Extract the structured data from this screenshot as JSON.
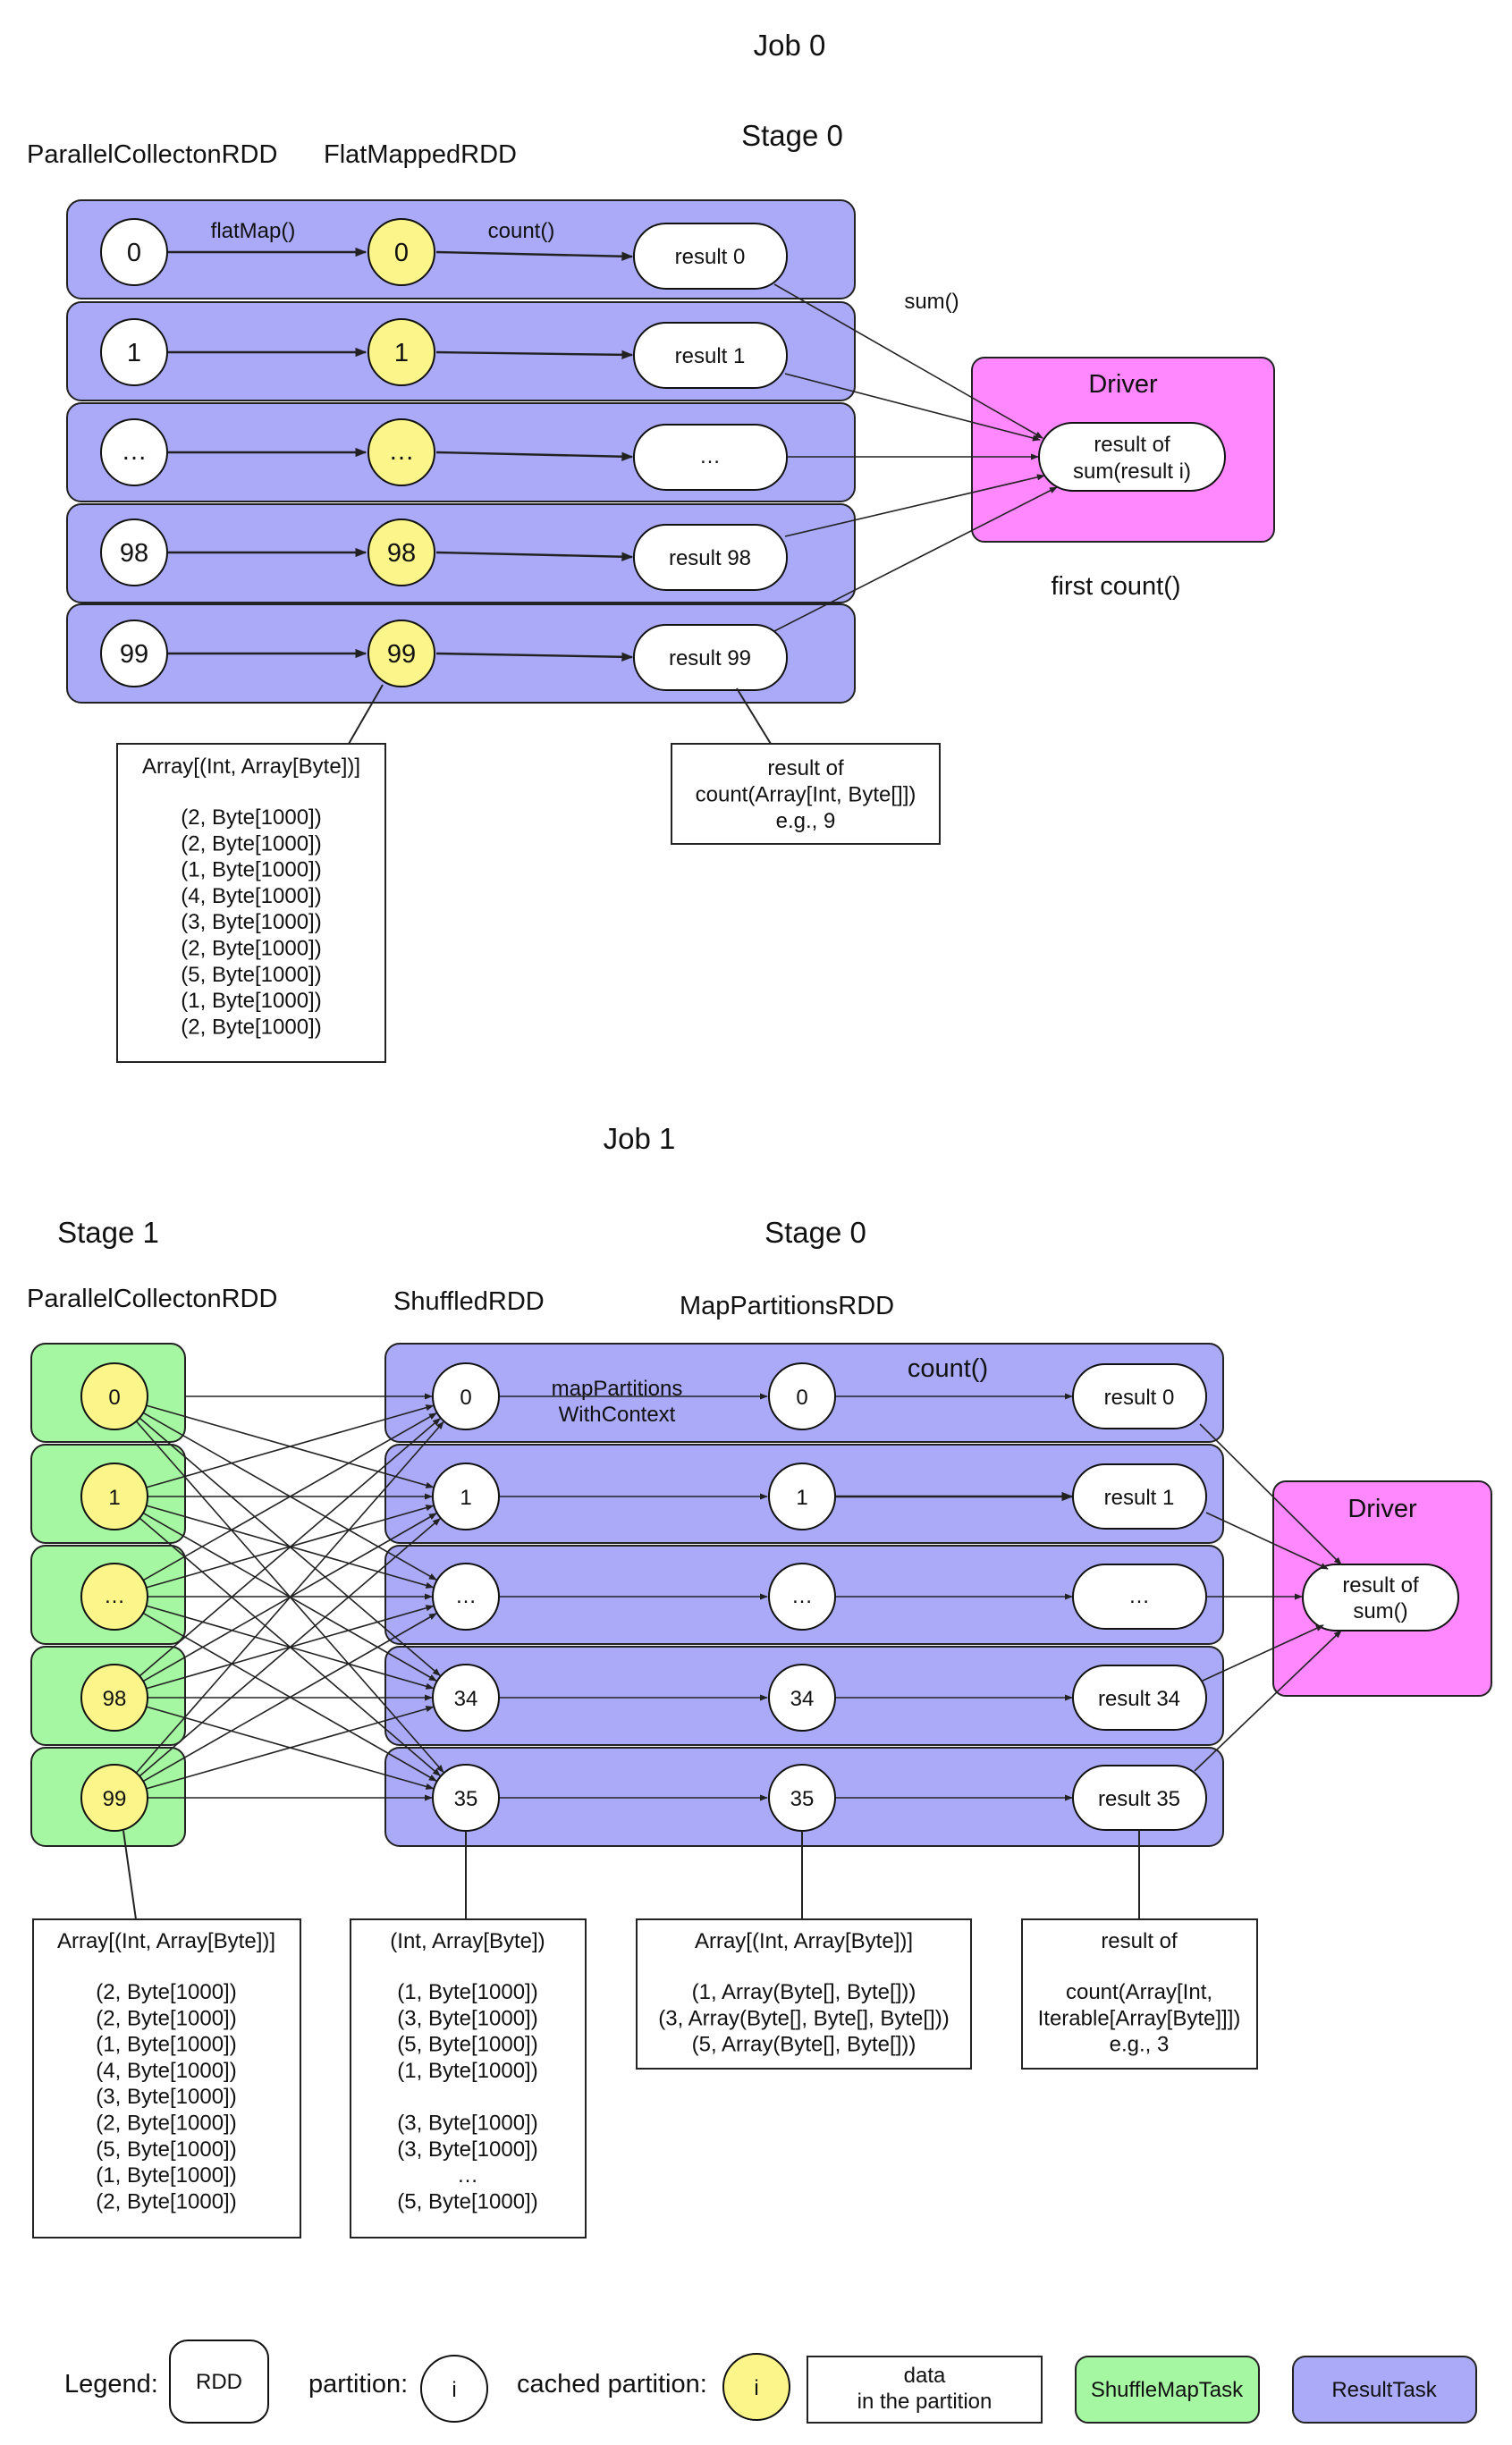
{
  "colors": {
    "result_task": "#aaaaf8",
    "shuffle_map_task": "#a6f7a2",
    "driver": "#ff88ff",
    "cached_partition": "#fbf58a",
    "partition": "#ffffff"
  },
  "job0": {
    "title": "Job 0",
    "stage_title": "Stage 0",
    "rdd1_label": "ParallelCollectonRDD",
    "rdd2_label": "FlatMappedRDD",
    "op1_label": "flatMap()",
    "op2_label": "count()",
    "sum_label": "sum()",
    "rows": [
      {
        "p1": "0",
        "p2": "0",
        "result": "result 0"
      },
      {
        "p1": "1",
        "p2": "1",
        "result": "result 1"
      },
      {
        "p1": "…",
        "p2": "…",
        "result": "…"
      },
      {
        "p1": "98",
        "p2": "98",
        "result": "result 98"
      },
      {
        "p1": "99",
        "p2": "99",
        "result": "result 99"
      }
    ],
    "driver": {
      "title": "Driver",
      "result_line1": "result of",
      "result_line2": "sum(result i)"
    },
    "driver_caption": "first count()",
    "data_box1": {
      "header": "Array[(Int, Array[Byte])]",
      "lines": [
        "(2, Byte[1000])",
        "(2, Byte[1000])",
        "(1, Byte[1000])",
        "(4, Byte[1000])",
        "(3, Byte[1000])",
        "(2, Byte[1000])",
        "(5, Byte[1000])",
        "(1, Byte[1000])",
        "(2, Byte[1000])"
      ]
    },
    "data_box2": {
      "lines": [
        "result of",
        "count(Array[Int, Byte[]])",
        "e.g., 9"
      ]
    }
  },
  "job1": {
    "title": "Job 1",
    "stage1_title": "Stage 1",
    "stage0_title": "Stage 0",
    "rdd1_label": "ParallelCollectonRDD",
    "rdd2_label": "ShuffledRDD",
    "rdd3_label": "MapPartitionsRDD",
    "op_line1": "mapPartitions",
    "op_line2": "WithContext",
    "count_label": "count()",
    "left_parts": [
      "0",
      "1",
      "…",
      "98",
      "99"
    ],
    "shuffled_parts": [
      "0",
      "1",
      "…",
      "34",
      "35"
    ],
    "map_parts": [
      "0",
      "1",
      "…",
      "34",
      "35"
    ],
    "results": [
      "result 0",
      "result 1",
      "…",
      "result 34",
      "result 35"
    ],
    "driver": {
      "title": "Driver",
      "result_line1": "result of",
      "result_line2": "sum()"
    },
    "data_box1": {
      "header": "Array[(Int, Array[Byte])]",
      "lines": [
        "(2, Byte[1000])",
        "(2, Byte[1000])",
        "(1, Byte[1000])",
        "(4, Byte[1000])",
        "(3, Byte[1000])",
        "(2, Byte[1000])",
        "(5, Byte[1000])",
        "(1, Byte[1000])",
        "(2, Byte[1000])"
      ]
    },
    "data_box2": {
      "header": "(Int, Array[Byte])",
      "lines": [
        "(1, Byte[1000])",
        "(3, Byte[1000])",
        "(5, Byte[1000])",
        "(1, Byte[1000])",
        "",
        "(3, Byte[1000])",
        "(3, Byte[1000])",
        "…",
        "(5, Byte[1000])"
      ]
    },
    "data_box3": {
      "header": "Array[(Int, Array[Byte])]",
      "lines": [
        "(1, Array(Byte[], Byte[]))",
        "(3, Array(Byte[], Byte[], Byte[]))",
        "(5, Array(Byte[], Byte[]))"
      ]
    },
    "data_box4": {
      "header": "result of",
      "lines": [
        "count(Array[Int,",
        "Iterable[Array[Byte]]])",
        "e.g., 3"
      ]
    }
  },
  "legend": {
    "title": "Legend:",
    "rdd": "RDD",
    "partition_label": "partition:",
    "partition_symbol": "i",
    "cached_label": "cached partition:",
    "cached_symbol": "i",
    "data_line1": "data",
    "data_line2": "in the partition",
    "shuffle_map_task": "ShuffleMapTask",
    "result_task": "ResultTask"
  }
}
